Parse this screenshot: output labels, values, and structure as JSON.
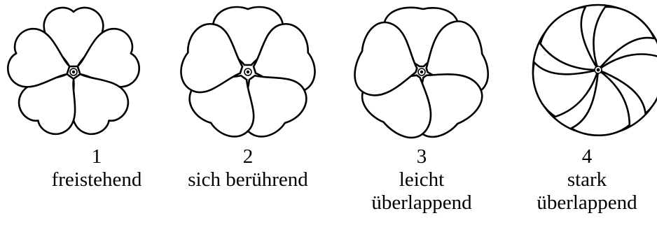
{
  "flowers": [
    {
      "number": "1",
      "label_lines": [
        "freistehend"
      ]
    },
    {
      "number": "2",
      "label_lines": [
        "sich berührend"
      ]
    },
    {
      "number": "3",
      "label_lines": [
        "leicht",
        "überlappend"
      ]
    },
    {
      "number": "4",
      "label_lines": [
        "stark",
        "überlappend"
      ]
    }
  ]
}
